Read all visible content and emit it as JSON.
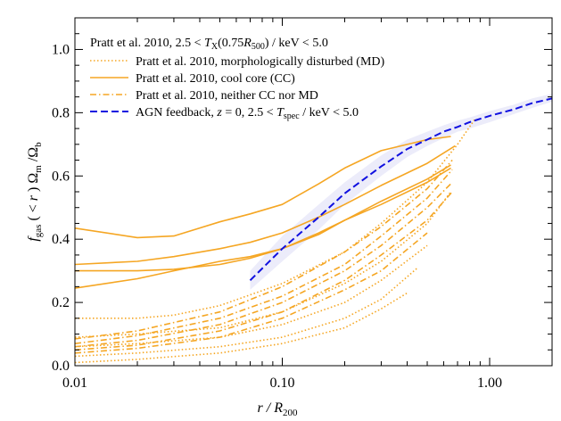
{
  "chart_data": {
    "type": "line",
    "title": "",
    "xlabel": "r / R",
    "xlabel_sub": "200",
    "ylabel_parts": [
      {
        "t": "f",
        "style": "italic"
      },
      {
        "t": "gas",
        "sub": true
      },
      {
        "t": " ( < "
      },
      {
        "t": "r",
        "style": "italic"
      },
      {
        "t": " ) Ω"
      },
      {
        "t": "m",
        "sub": true
      },
      {
        "t": " /Ω"
      },
      {
        "t": "b",
        "sub": true
      }
    ],
    "xscale": "log",
    "xlim": [
      0.01,
      2.0
    ],
    "ylim": [
      0.0,
      1.1
    ],
    "xticks": [
      {
        "v": 0.01,
        "label": "0.01"
      },
      {
        "v": 0.1,
        "label": "0.10"
      },
      {
        "v": 1.0,
        "label": "1.00"
      }
    ],
    "yticks": [
      {
        "v": 0.0,
        "label": "0.0"
      },
      {
        "v": 0.2,
        "label": "0.2"
      },
      {
        "v": 0.4,
        "label": "0.4"
      },
      {
        "v": 0.6,
        "label": "0.6"
      },
      {
        "v": 0.8,
        "label": "0.8"
      },
      {
        "v": 1.0,
        "label": "1.0"
      }
    ],
    "legend_position": "top-left",
    "legend_title": "Pratt et al. 2010, 2.5 < T_X(0.75R_500) / keV < 5.0",
    "legend_entries": [
      {
        "label": "Pratt et al. 2010, morphologically disturbed (MD)",
        "style": "dotted",
        "color": "#f5a623"
      },
      {
        "label": "Pratt et al. 2010, cool core (CC)",
        "style": "solid",
        "color": "#f5a623"
      },
      {
        "label": "Pratt et al. 2010, neither CC nor MD",
        "style": "dashdot",
        "color": "#f5a623"
      },
      {
        "label": "AGN feedback, z = 0, 2.5 < T_spec / keV < 5.0",
        "style": "dashed",
        "color": "#1010e0"
      }
    ],
    "colors": {
      "observed": "#f5a623",
      "simulation": "#1010e0",
      "band": "#dcdcf5"
    },
    "simulation": {
      "name": "AGN feedback, z = 0, 2.5 < T_spec / keV < 5.0",
      "x": [
        0.07,
        0.1,
        0.15,
        0.2,
        0.3,
        0.4,
        0.5,
        0.6,
        0.7,
        0.8,
        1.0,
        1.3,
        1.6,
        2.0
      ],
      "y": [
        0.27,
        0.37,
        0.47,
        0.545,
        0.63,
        0.685,
        0.715,
        0.74,
        0.755,
        0.77,
        0.79,
        0.81,
        0.83,
        0.845
      ],
      "band_lower": [
        0.24,
        0.33,
        0.43,
        0.51,
        0.6,
        0.66,
        0.695,
        0.72,
        0.74,
        0.75,
        0.77,
        0.795,
        0.815,
        0.835
      ],
      "band_upper": [
        0.3,
        0.41,
        0.51,
        0.58,
        0.665,
        0.715,
        0.74,
        0.76,
        0.775,
        0.785,
        0.805,
        0.825,
        0.845,
        0.86
      ]
    },
    "series": [
      {
        "style": "solid",
        "x": [
          0.01,
          0.02,
          0.03,
          0.05,
          0.07,
          0.1,
          0.15,
          0.2,
          0.3,
          0.5,
          0.65
        ],
        "y": [
          0.435,
          0.405,
          0.41,
          0.455,
          0.48,
          0.51,
          0.575,
          0.625,
          0.68,
          0.715,
          0.725
        ]
      },
      {
        "style": "solid",
        "x": [
          0.01,
          0.02,
          0.03,
          0.05,
          0.07,
          0.1,
          0.15,
          0.2,
          0.3,
          0.5,
          0.68
        ],
        "y": [
          0.32,
          0.33,
          0.345,
          0.37,
          0.39,
          0.42,
          0.47,
          0.51,
          0.57,
          0.64,
          0.695
        ]
      },
      {
        "style": "solid",
        "x": [
          0.01,
          0.02,
          0.03,
          0.05,
          0.07,
          0.1,
          0.15,
          0.2,
          0.3,
          0.5,
          0.65
        ],
        "y": [
          0.3,
          0.3,
          0.305,
          0.32,
          0.34,
          0.37,
          0.42,
          0.46,
          0.51,
          0.58,
          0.625
        ]
      },
      {
        "style": "solid",
        "x": [
          0.01,
          0.02,
          0.03,
          0.05,
          0.07,
          0.1,
          0.15,
          0.2,
          0.3,
          0.5,
          0.65
        ],
        "y": [
          0.245,
          0.275,
          0.3,
          0.33,
          0.345,
          0.37,
          0.415,
          0.46,
          0.52,
          0.59,
          0.635
        ]
      },
      {
        "style": "dashdot",
        "x": [
          0.01,
          0.02,
          0.05,
          0.1,
          0.2,
          0.3,
          0.5,
          0.66
        ],
        "y": [
          0.085,
          0.11,
          0.17,
          0.25,
          0.36,
          0.44,
          0.56,
          0.65
        ]
      },
      {
        "style": "dashdot",
        "x": [
          0.01,
          0.02,
          0.05,
          0.1,
          0.2,
          0.3,
          0.5,
          0.66
        ],
        "y": [
          0.07,
          0.095,
          0.15,
          0.22,
          0.32,
          0.41,
          0.53,
          0.62
        ]
      },
      {
        "style": "dashdot",
        "x": [
          0.01,
          0.02,
          0.05,
          0.1,
          0.2,
          0.3,
          0.5,
          0.66
        ],
        "y": [
          0.06,
          0.08,
          0.13,
          0.2,
          0.3,
          0.38,
          0.5,
          0.58
        ]
      },
      {
        "style": "dashdot",
        "x": [
          0.01,
          0.02,
          0.05,
          0.1,
          0.2,
          0.3,
          0.5,
          0.66
        ],
        "y": [
          0.05,
          0.065,
          0.11,
          0.17,
          0.27,
          0.35,
          0.46,
          0.55
        ]
      },
      {
        "style": "dashdot",
        "x": [
          0.01,
          0.02,
          0.05,
          0.1,
          0.2,
          0.3,
          0.5
        ],
        "y": [
          0.04,
          0.055,
          0.09,
          0.15,
          0.24,
          0.3,
          0.42
        ]
      },
      {
        "style": "dotted",
        "x": [
          0.01,
          0.02,
          0.03,
          0.05,
          0.1,
          0.2,
          0.3,
          0.5,
          0.7,
          0.85
        ],
        "y": [
          0.15,
          0.15,
          0.16,
          0.19,
          0.26,
          0.36,
          0.45,
          0.58,
          0.7,
          0.78
        ]
      },
      {
        "style": "dotted",
        "x": [
          0.01,
          0.02,
          0.05,
          0.1,
          0.2,
          0.3,
          0.5,
          0.65
        ],
        "y": [
          0.09,
          0.1,
          0.12,
          0.17,
          0.26,
          0.33,
          0.45,
          0.55
        ]
      },
      {
        "style": "dotted",
        "x": [
          0.01,
          0.02,
          0.05,
          0.1,
          0.2,
          0.3,
          0.5
        ],
        "y": [
          0.06,
          0.07,
          0.09,
          0.13,
          0.2,
          0.27,
          0.38
        ]
      },
      {
        "style": "dotted",
        "x": [
          0.01,
          0.02,
          0.05,
          0.1,
          0.2,
          0.3,
          0.45
        ],
        "y": [
          0.03,
          0.04,
          0.06,
          0.09,
          0.15,
          0.21,
          0.31
        ]
      },
      {
        "style": "dotted",
        "x": [
          0.01,
          0.02,
          0.05,
          0.1,
          0.2,
          0.3,
          0.4
        ],
        "y": [
          0.01,
          0.02,
          0.04,
          0.07,
          0.12,
          0.18,
          0.23
        ]
      }
    ]
  }
}
